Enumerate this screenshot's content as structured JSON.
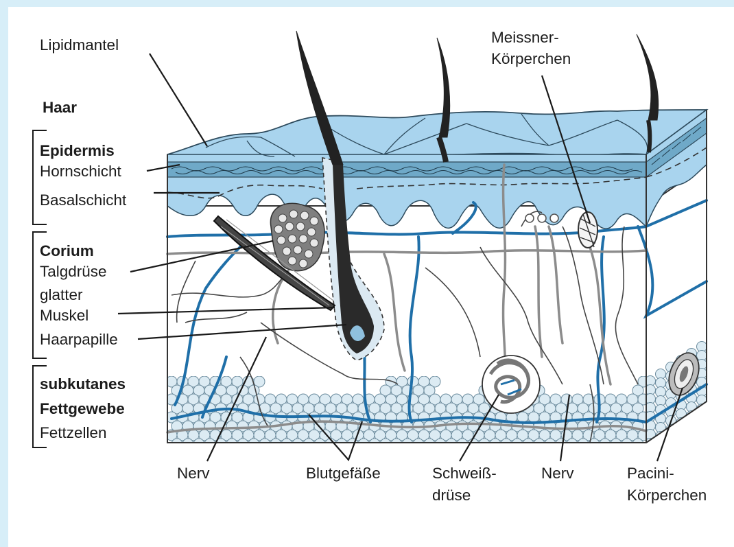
{
  "labels": {
    "lipidmantel": "Lipidmantel",
    "haar": "Haar",
    "epidermis": "Epidermis",
    "hornschicht": "Hornschicht",
    "basalschicht": "Basalschicht",
    "corium": "Corium",
    "talgdruese": "Talgdrüse",
    "glatter": "glatter",
    "muskel": "Muskel",
    "haarpapille": "Haarpapille",
    "subkutanes": "subkutanes",
    "fettgewebe": "Fettgewebe",
    "fettzellen": "Fettzellen",
    "meissner_1": "Meissner-",
    "meissner_2": "Körperchen",
    "nerv_left": "Nerv",
    "blutgefaesse": "Blutgefäße",
    "schweiss_1": "Schweiß-",
    "schweiss_2": "drüse",
    "nerv_right": "Nerv",
    "pacini_1": "Pacini-",
    "pacini_2": "Körperchen"
  },
  "colors": {
    "background": "#d7eef8",
    "epidermis": "#a9d4ee",
    "blood_vessel": "#1f6fa8",
    "nerve_gland": "#8c8c8c",
    "hair": "#222222",
    "fat_cell": "#dcebf3"
  }
}
